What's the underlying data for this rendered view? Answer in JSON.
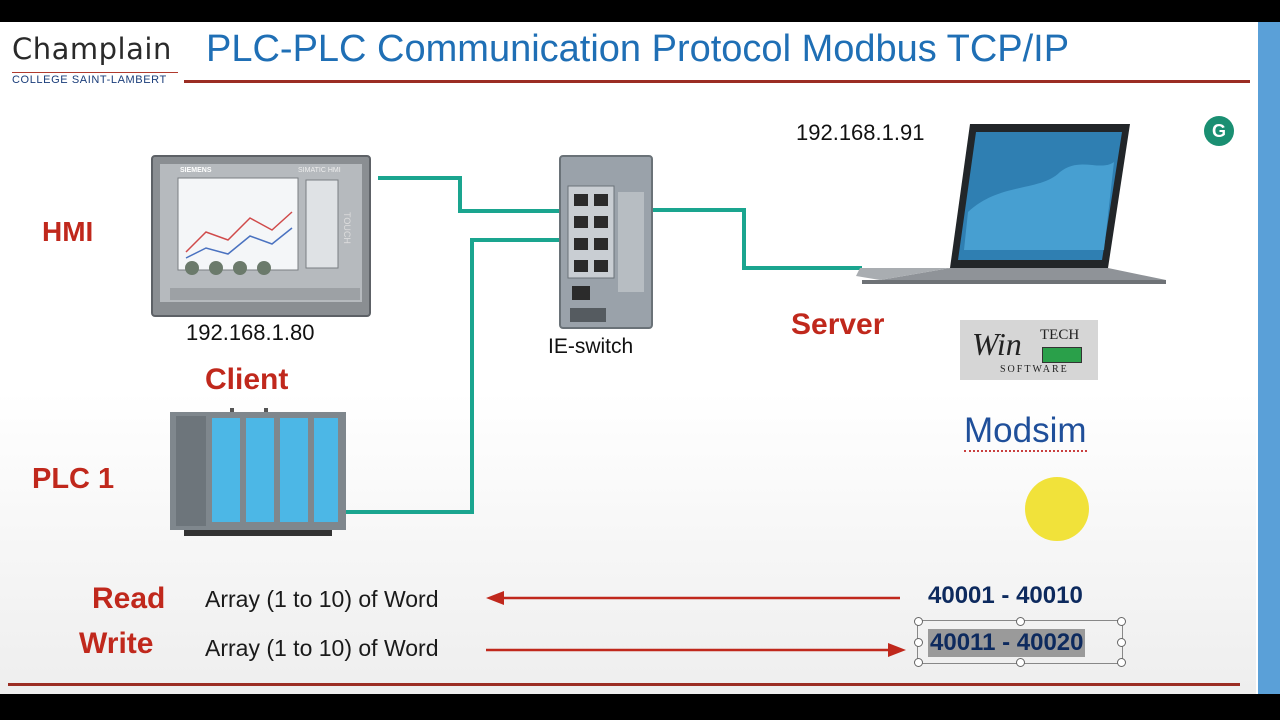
{
  "logo": {
    "name": "Champlain",
    "subtitle": "COLLEGE SAINT-LAMBERT"
  },
  "title": "PLC-PLC Communication Protocol Modbus TCP/IP",
  "devices": {
    "hmi": {
      "label": "HMI",
      "ip": "192.168.1.80",
      "brand": "SIEMENS",
      "model": "SIMATIC HMI",
      "side_text": "TOUCH"
    },
    "client_label": "Client",
    "plc": {
      "label": "PLC 1"
    },
    "switch": {
      "label": "IE-switch"
    },
    "server": {
      "label": "Server",
      "ip": "192.168.1.91"
    },
    "software": {
      "logo_top": "TECH",
      "logo_mid": "Win",
      "logo_bottom": "SOFTWARE",
      "name": "Modsim"
    }
  },
  "rows": [
    {
      "action": "Read",
      "type": "Array (1 to 10) of Word",
      "registers": "40001 - 40010",
      "direction": "left"
    },
    {
      "action": "Write",
      "type": "Array (1 to 10) of Word",
      "registers": "40011 - 40020",
      "direction": "right"
    }
  ],
  "colors": {
    "title": "#1f6fb5",
    "accent": "#c0281c",
    "rule": "#9b2d23",
    "cable": "#1aa58f",
    "register": "#0d2a5e"
  },
  "icons": {
    "grammarly": "G"
  }
}
